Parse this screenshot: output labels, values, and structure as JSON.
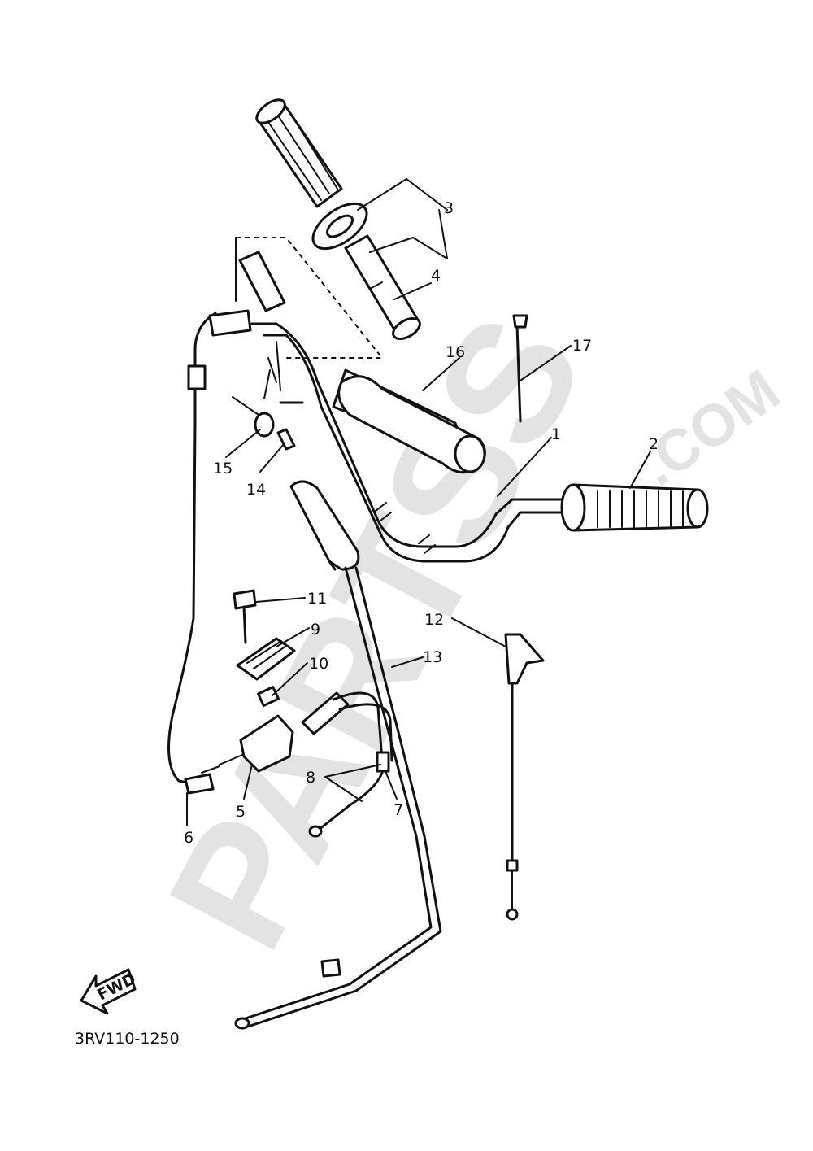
{
  "watermark": {
    "brand": "PARTSS",
    "suffix": ".COM"
  },
  "callouts": [
    {
      "id": "c1",
      "label": "1"
    },
    {
      "id": "c2",
      "label": "2"
    },
    {
      "id": "c3",
      "label": "3"
    },
    {
      "id": "c4",
      "label": "4"
    },
    {
      "id": "c5",
      "label": "5"
    },
    {
      "id": "c6",
      "label": "6"
    },
    {
      "id": "c7",
      "label": "7"
    },
    {
      "id": "c8",
      "label": "8"
    },
    {
      "id": "c9",
      "label": "9"
    },
    {
      "id": "c10",
      "label": "10"
    },
    {
      "id": "c11",
      "label": "11"
    },
    {
      "id": "c12",
      "label": "12"
    },
    {
      "id": "c13",
      "label": "13"
    },
    {
      "id": "c14",
      "label": "14"
    },
    {
      "id": "c15",
      "label": "15"
    },
    {
      "id": "c16",
      "label": "16"
    },
    {
      "id": "c17",
      "label": "17"
    }
  ],
  "fwd_arrow": {
    "label": "FWD"
  },
  "diagram_code": "3RV110-1250"
}
